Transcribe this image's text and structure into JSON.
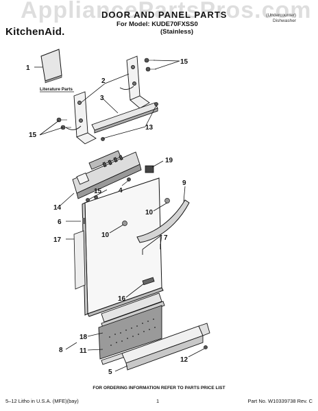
{
  "watermark": "AppliancePartsPros.com",
  "header": {
    "brand": "KitchenAid.",
    "title": "DOOR AND PANEL PARTS",
    "model_line": "For Model: KUDE70FXSS0",
    "finish": "(Stainless)",
    "product_type_1": "(Undercounter)",
    "product_type_2": "Dishwasher"
  },
  "literature_label": "Literature Parts",
  "callouts": [
    "1",
    "2",
    "3",
    "15",
    "13",
    "15",
    "19",
    "9",
    "15",
    "4",
    "14",
    "10",
    "6",
    "10",
    "7",
    "17",
    "16",
    "18",
    "11",
    "8",
    "12",
    "5"
  ],
  "footer": {
    "order_info": "FOR ORDERING INFORMATION REFER TO PARTS PRICE LIST",
    "left": "5–12 Litho in U.S.A. (MFE)(bay)",
    "page": "1",
    "right": "Part No. W10339738 Rev. C"
  }
}
